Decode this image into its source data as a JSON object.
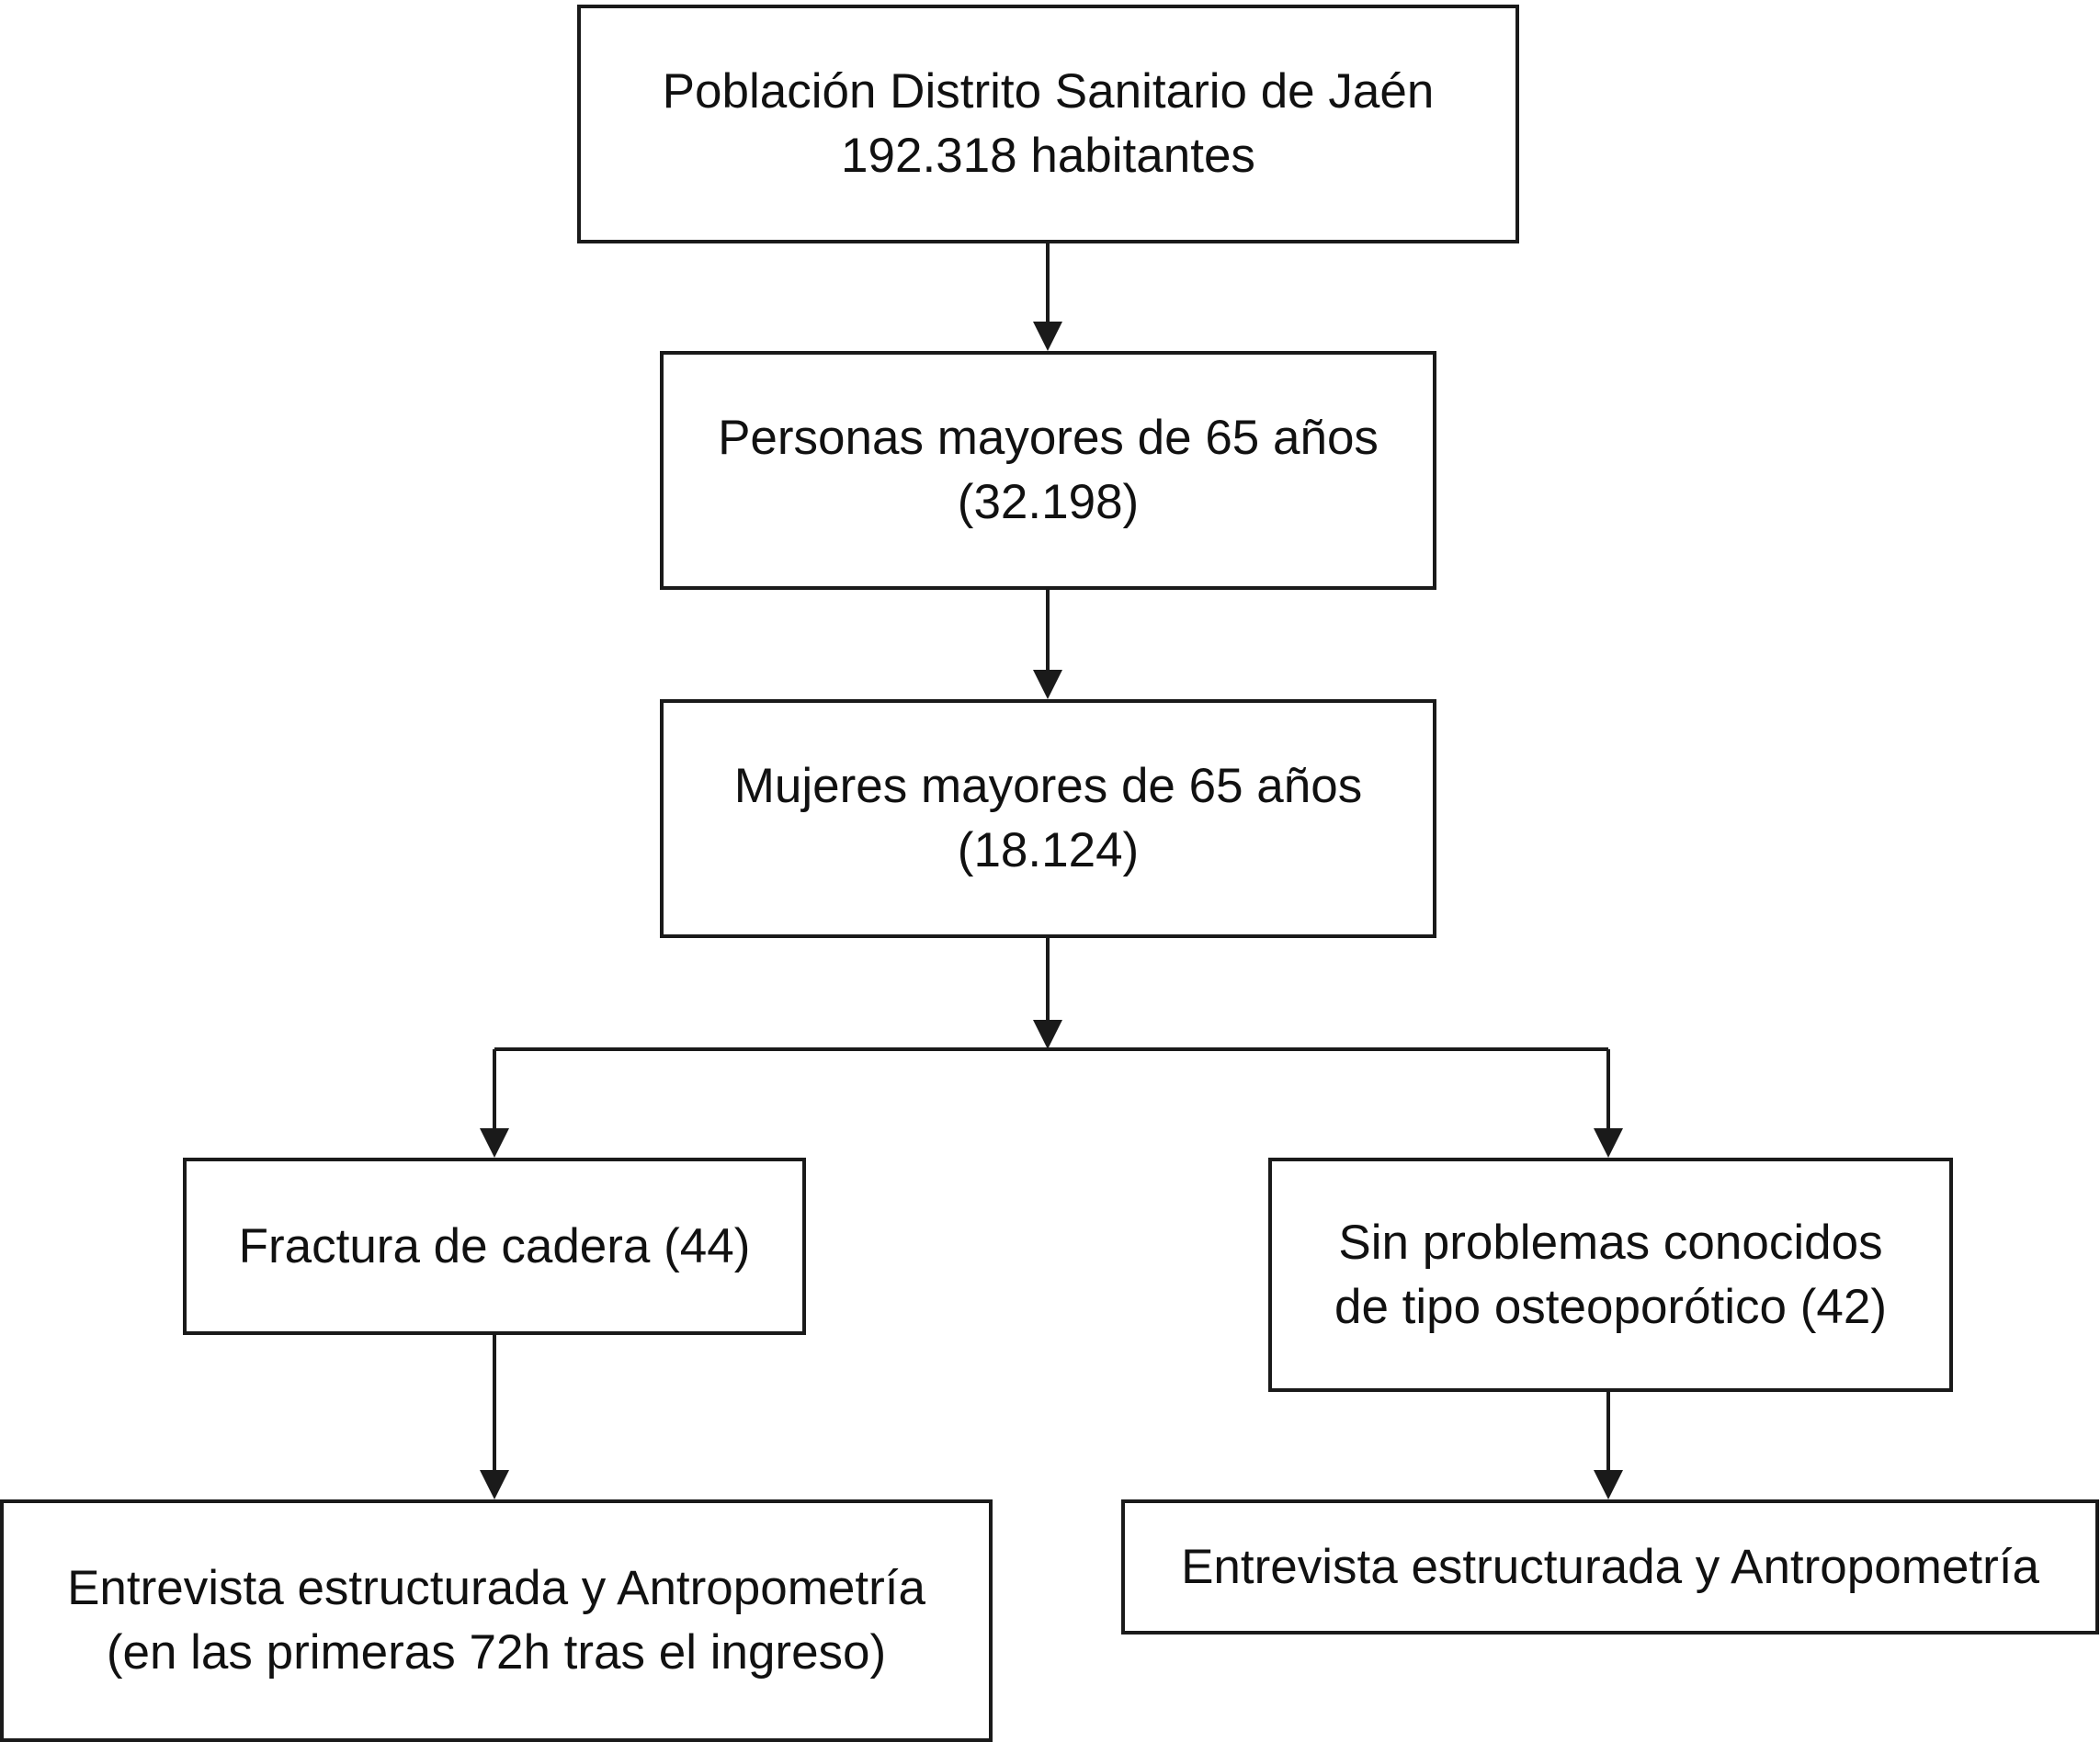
{
  "diagram": {
    "boxes": {
      "population": "Población Distrito Sanitario de Jaén\n192.318 habitantes",
      "over65": "Personas mayores de 65 años\n(32.198)",
      "women": "Mujeres mayores de 65 años\n(18.124)",
      "fracture": "Fractura de cadera (44)",
      "no_problems": "Sin problemas conocidos\nde tipo osteoporótico (42)",
      "interview_left": "Entrevista estructurada y Antropometría\n(en las primeras 72h tras el ingreso)",
      "interview_right": "Entrevista estructurada y Antropometría"
    },
    "colors": {
      "line": "#1a1a1a",
      "background": "#ffffff",
      "text": "#111111"
    }
  }
}
